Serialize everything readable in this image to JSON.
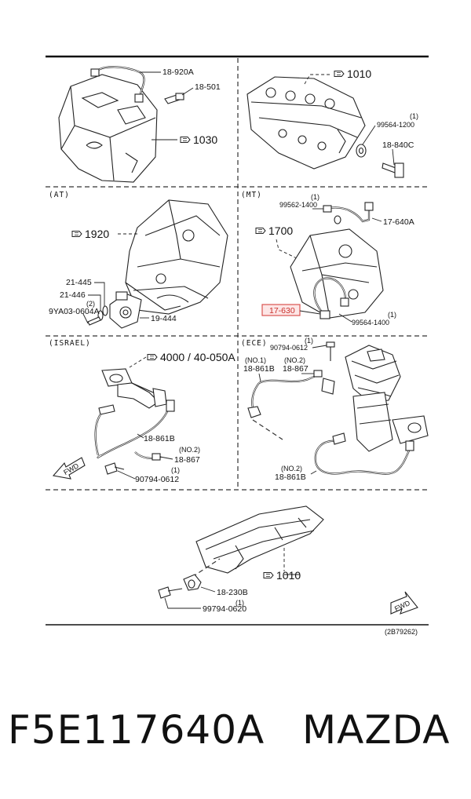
{
  "labels": {
    "p18920A": "18-920A",
    "p18501": "18-501",
    "p1030": "1030",
    "p1010a": "1010",
    "p995641200": "99564-1200",
    "q1a": "(1)",
    "p18840C": "18-840C",
    "secAT": "(AT)",
    "p1920": "1920",
    "p21445": "21-445",
    "p21446": "21-446",
    "q2a": "(2)",
    "p9YA03": "9YA03-0604A",
    "p19444": "19-444",
    "secMT": "(MT)",
    "q1b": "(1)",
    "p995621400": "99562-1400",
    "p17640A": "17-640A",
    "p1700": "1700",
    "p17630": "17-630",
    "q1c": "(1)",
    "p995641400": "99564-1400",
    "secIsrael": "(ISRAEL)",
    "p4000": "4000 / 40-050A",
    "p18861Ba": "18-861B",
    "no2a": "(NO.2)",
    "p18867a": "18-867",
    "q1d": "(1)",
    "p907940612a": "90794-0612",
    "fwd1": "FWD",
    "secECE": "(ECE)",
    "q1e": "(1)",
    "p907940612b": "90794-0612",
    "no1": "(NO.1)",
    "p18861Bb": "18-861B",
    "no2b": "(NO.2)",
    "p18867b": "18-867",
    "no2c": "(NO.2)",
    "p18861Bc": "18-861B",
    "p1010b": "1010",
    "p18230B": "18-230B",
    "q1f": "(1)",
    "p997940620": "99794-0620",
    "fwd2": "FWD",
    "code": "(2B79262)"
  },
  "footer": {
    "part_number": "F5E117640A",
    "brand": "MAZDA"
  }
}
